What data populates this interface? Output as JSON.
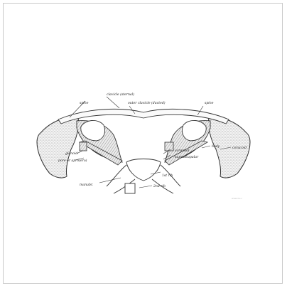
{
  "labels": {
    "spine_left": "spine",
    "clavicle_sternal": "clavicle (sternal)",
    "outer_clavicle": "outer clavicle (ducted)",
    "spine_right": "spine",
    "glenoid_left": "glenoid",
    "pore_or_apro": "pore or apro(ero)",
    "acromial": "acromial",
    "suprascapular": "suprascapular",
    "body_right": "body",
    "coracoid": "coracoid",
    "first_rib": "1st rib",
    "manubr": "manubr.",
    "second_rib": "2nd rib"
  },
  "credit": "www.d.s.c"
}
